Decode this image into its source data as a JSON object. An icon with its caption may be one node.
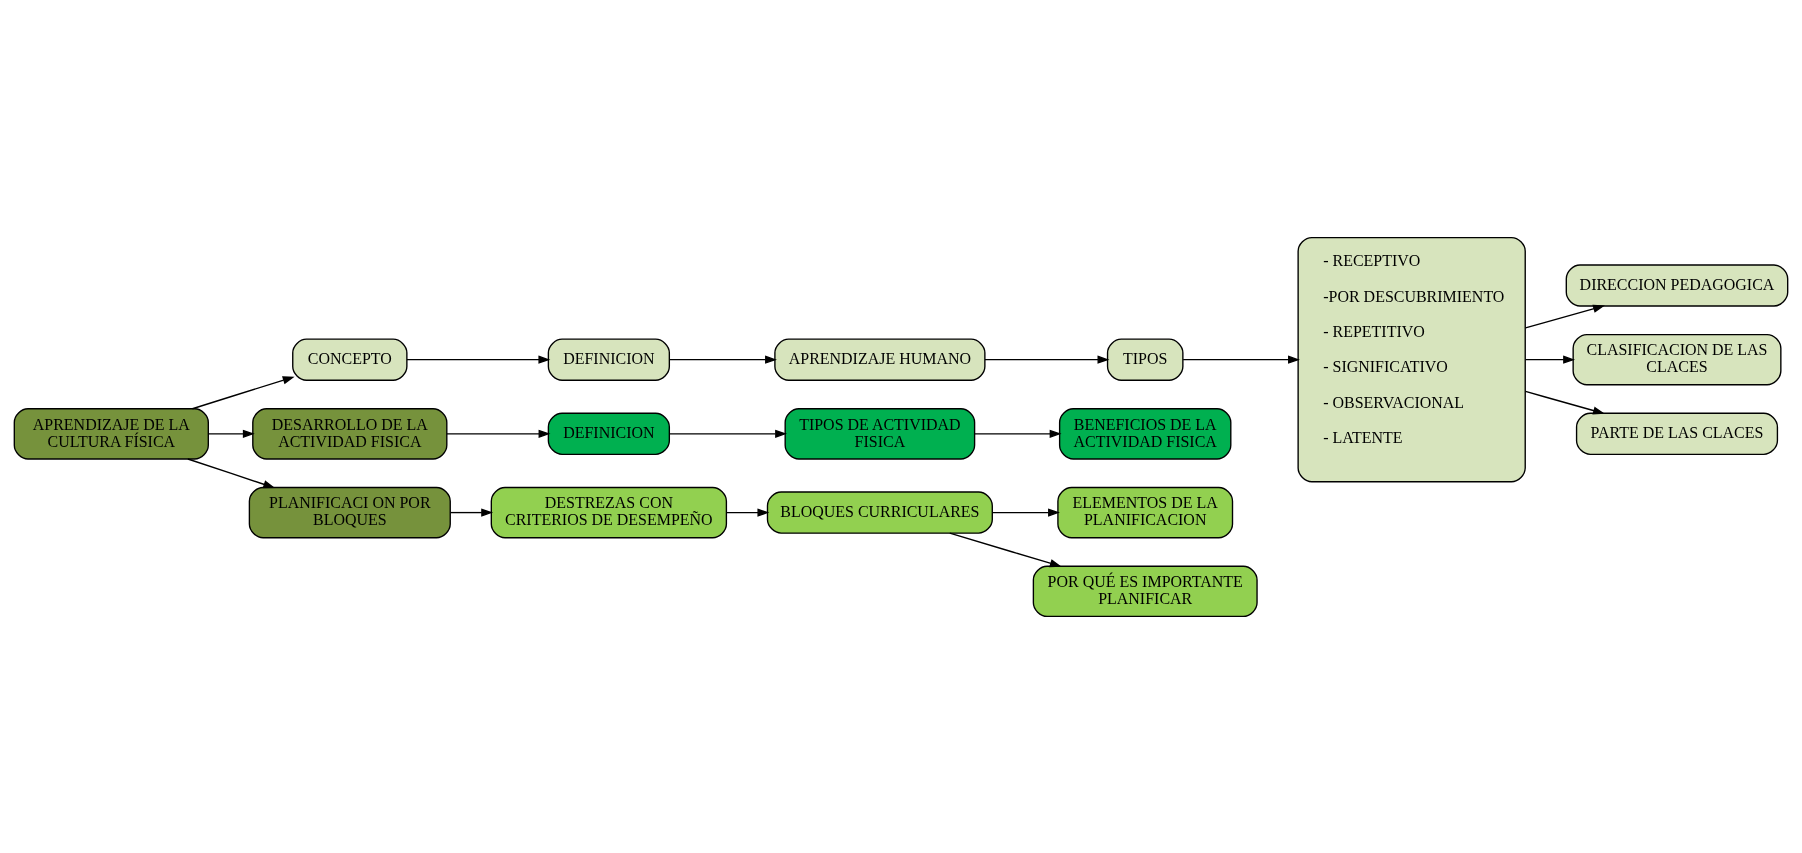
{
  "diagram": {
    "nodes": [
      {
        "text": [
          "APRENDIZAJE DE LA CULTURA FÍSICA"
        ]
      },
      {
        "text": [
          "CONCEPTO"
        ]
      },
      {
        "text": [
          "DEFINICION"
        ]
      },
      {
        "text": [
          "APRENDIZAJE HUMANO"
        ]
      },
      {
        "text": [
          "TIPOS"
        ]
      },
      {
        "text": [
          "- RECEPTIVO",
          "-POR DESCUBRIMIENTO",
          "- REPETITIVO",
          "- SIGNIFICATIVO",
          "- OBSERVACIONAL",
          "- LATENTE"
        ]
      },
      {
        "text": [
          "DIRECCION PEDAGOGICA"
        ]
      },
      {
        "text": [
          "CLASIFICACION DE LAS CLACES"
        ]
      },
      {
        "text": [
          "PARTE DE LAS CLACES"
        ]
      },
      {
        "text": [
          "DESARROLLO DE LA ACTIVIDAD FISICA"
        ]
      },
      {
        "text": [
          "DEFINICION"
        ]
      },
      {
        "text": [
          "TIPOS DE ACTIVIDAD FISICA"
        ]
      },
      {
        "text": [
          "BENEFICIOS DE LA ACTIVIDAD FISICA"
        ]
      },
      {
        "text": [
          "PLANIFICACI ON POR BLOQUES"
        ]
      },
      {
        "text": [
          "DESTREZAS CON CRITERIOS DE DESEMPEÑO"
        ]
      },
      {
        "text": [
          "BLOQUES CURRICULARES"
        ]
      },
      {
        "text": [
          "ELEMENTOS DE LA PLANIFICACION"
        ]
      },
      {
        "text": [
          "POR QUÉ ES IMPORTANTE PLANIFICAR"
        ]
      }
    ],
    "edges": [
      {
        "from": 0,
        "to": 1,
        "arrow": "to"
      },
      {
        "from": 1,
        "to": 2,
        "arrow": "to"
      },
      {
        "from": 2,
        "to": 3,
        "arrow": "to"
      },
      {
        "from": 3,
        "to": 4,
        "arrow": "to"
      },
      {
        "from": 4,
        "to": 5,
        "arrow": "to"
      },
      {
        "from": 5,
        "to": 6,
        "arrow": "to"
      },
      {
        "from": 5,
        "to": 7,
        "arrow": "to"
      },
      {
        "from": 5,
        "to": 8,
        "arrow": "to"
      },
      {
        "from": 0,
        "to": 9,
        "arrow": "to"
      },
      {
        "from": 9,
        "to": 10,
        "arrow": "to"
      },
      {
        "from": 10,
        "to": 11,
        "arrow": "to"
      },
      {
        "from": 11,
        "to": 12,
        "arrow": "to"
      },
      {
        "from": 0,
        "to": 13,
        "arrow": "to"
      },
      {
        "from": 13,
        "to": 14,
        "arrow": "to"
      },
      {
        "from": 14,
        "to": 15,
        "arrow": "to"
      },
      {
        "from": 15,
        "to": 16,
        "arrow": "to"
      },
      {
        "from": 15,
        "to": 17,
        "arrow": "to"
      }
    ]
  }
}
